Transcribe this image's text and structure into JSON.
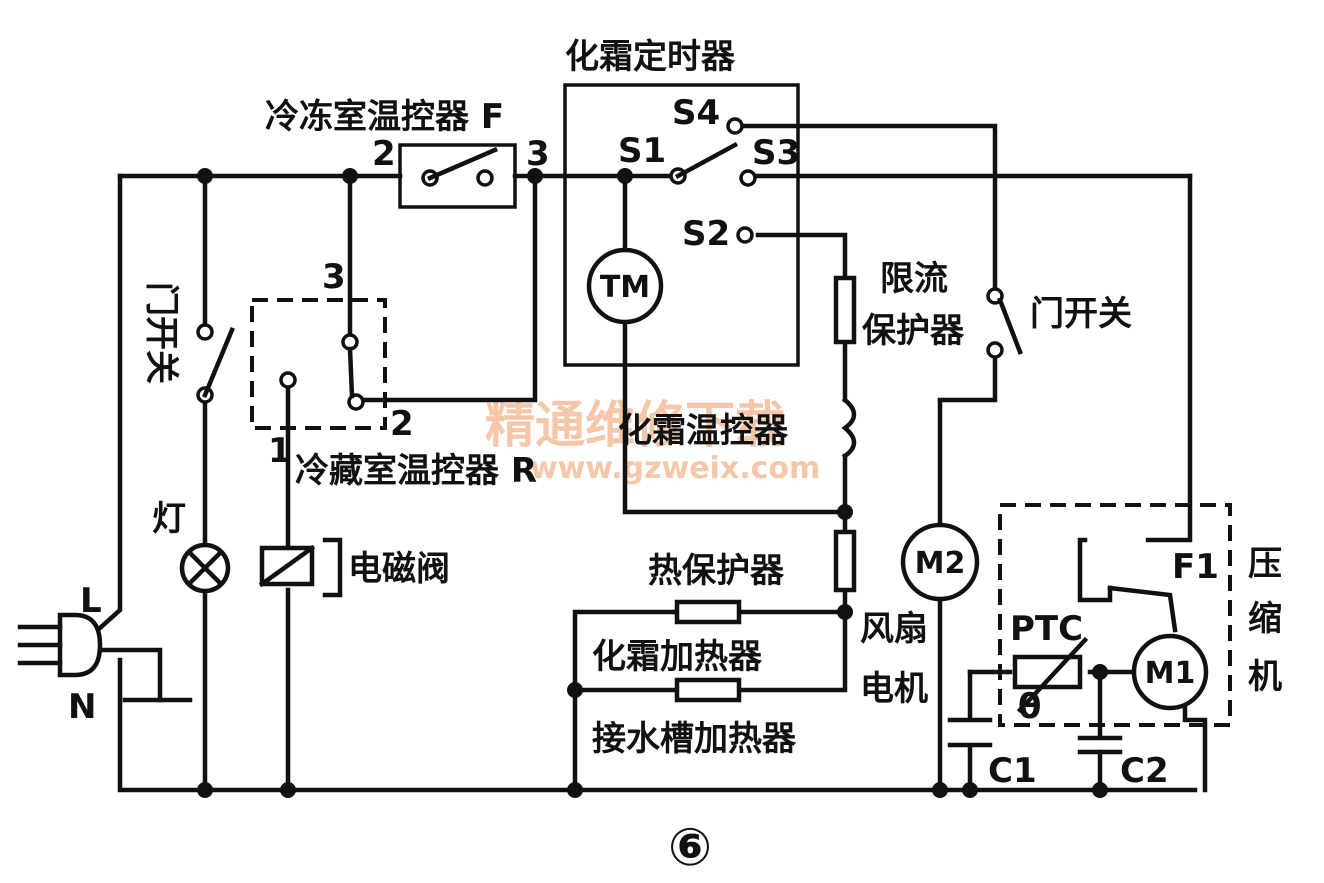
{
  "diagram_number": "⑥",
  "plug": {
    "live": "L",
    "neutral": "N"
  },
  "labels": {
    "defrost_timer": "化霜定时器",
    "freezer_thermostat": "冷冻室温控器 F",
    "fridge_thermostat": "冷藏室温控器 R",
    "door_switch_left": "门开关",
    "door_switch_right": "门开关",
    "lamp": "灯",
    "solenoid_valve": "电磁阀",
    "current_limit_protector_1": "限流",
    "current_limit_protector_2": "保护器",
    "defrost_temp_control": "化霜温控器",
    "thermal_protector": "热保护器",
    "defrost_heater": "化霜加热器",
    "drain_heater": "接水槽加热器",
    "fan_motor_1": "风扇",
    "fan_motor_2": "电机",
    "compressor_1": "压",
    "compressor_2": "缩",
    "compressor_3": "机",
    "ptc": "PTC",
    "theta": "θ",
    "overload": "F1",
    "c1": "C1",
    "c2": "C2"
  },
  "terminals": {
    "timer_s1": "S1",
    "timer_s2": "S2",
    "timer_s3": "S3",
    "timer_s4": "S4",
    "f_pin2": "2",
    "f_pin3": "3",
    "r_pin1": "1",
    "r_pin2": "2",
    "r_pin3": "3"
  },
  "motors": {
    "timer_motor": "TM",
    "fan_motor": "M2",
    "compressor_motor": "M1"
  },
  "watermark": {
    "line1": "精通维修下载",
    "line2": "www.gzweix.com"
  }
}
